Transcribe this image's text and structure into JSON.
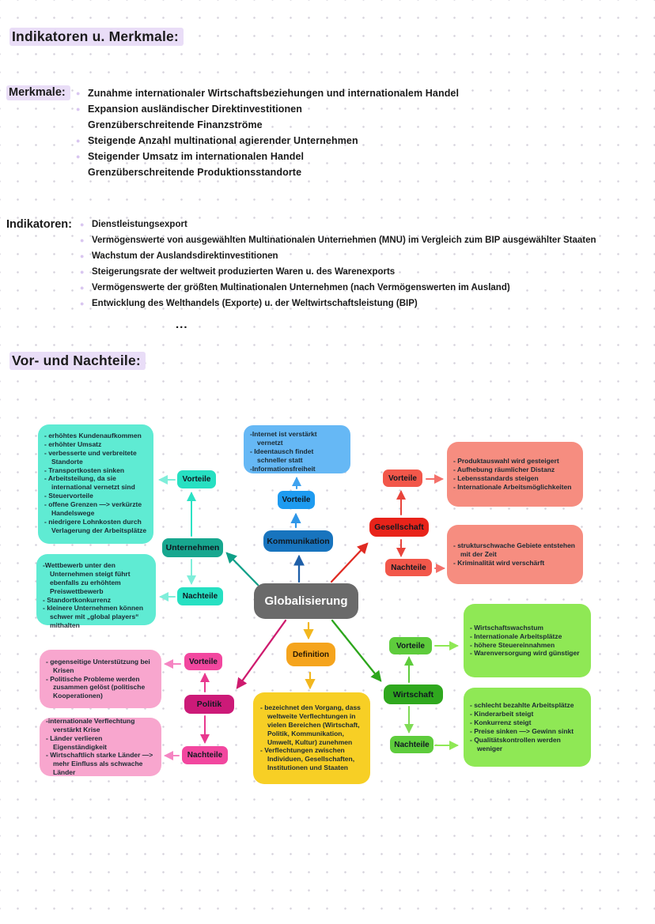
{
  "page": {
    "title": "Indikatoren u. Merkmale:",
    "section2_title": "Vor- und Nachteile:",
    "ellipsis": "..."
  },
  "merkmale": {
    "label": "Merkmale:",
    "items": [
      {
        "bullet": "●",
        "text": "Zunahme internationaler Wirtschaftsbeziehungen und internationalem Handel"
      },
      {
        "bullet": "●",
        "text": "Expansion ausländischer Direktinvestitionen"
      },
      {
        "bullet": "",
        "text": "Grenzüberschreitende Finanzströme"
      },
      {
        "bullet": "●",
        "text": "Steigende Anzahl multinational agierender Unternehmen"
      },
      {
        "bullet": "●",
        "text": "Steigender Umsatz im internationalen Handel"
      },
      {
        "bullet": "",
        "text": "Grenzüberschreitende Produktionsstandorte"
      }
    ]
  },
  "indikatoren": {
    "label": "Indikatoren:",
    "items": [
      {
        "bullet": "●",
        "text": "Dienstleistungsexport"
      },
      {
        "bullet": "●",
        "text": "Vermögenswerte von ausgewählten Multinationalen Unternehmen (MNU) im Vergleich zum BIP ausgewählter Staaten"
      },
      {
        "bullet": "●",
        "text": "Wachstum der Auslandsdirektinvestitionen"
      },
      {
        "bullet": "●",
        "text": "Steigerungsrate der weltweit produzierten Waren u. des Warenexports"
      },
      {
        "bullet": "●",
        "text": "Vermögenswerte der größten Multinationalen Unternehmen (nach Vermögenswerten im Ausland)"
      },
      {
        "bullet": "●",
        "text": "Entwicklung des Welthandels (Exporte) u. der Weltwirtschaftsleistung (BIP)"
      }
    ]
  },
  "mindmap": {
    "center": "Globalisierung",
    "definition": {
      "label": "Definition",
      "items": [
        "- bezeichnet den Vorgang, dass weltweite Verflechtungen in vielen Bereichen (Wirtschaft, Politik, Kommunikation, Umwelt, Kultur) zunehmen",
        "- Verflechtungen zwischen Individuen, Gesellschaften, Institutionen und Staaten"
      ]
    },
    "unternehmen": {
      "label": "Unternehmen",
      "vorteile_label": "Vorteile",
      "nachteile_label": "Nachteile",
      "vorteile_items": [
        "- erhöhtes Kundenaufkommen",
        "- erhöhter Umsatz",
        "- verbesserte und verbreitete Standorte",
        "- Transportkosten sinken",
        "- Arbeitsteilung, da sie international vernetzt sind",
        "- Steuervorteile",
        "- offene Grenzen —> verkürzte Handelswege",
        "- niedrigere Lohnkosten durch Verlagerung der Arbeitsplätze"
      ],
      "nachteile_items": [
        "-Wettbewerb unter den Unternehmen steigt führt ebenfalls zu erhöhtem Preiswettbewerb",
        "- Standortkonkurrenz",
        "- kleinere Unternehmen können schwer mit „global players“ mithalten"
      ]
    },
    "kommunikation": {
      "label": "Kommunikation",
      "vorteile_label": "Vorteile",
      "vorteile_items": [
        "-Internet ist verstärkt vernetzt",
        "- Ideentausch findet schneller statt",
        "-Informationsfreiheit"
      ]
    },
    "gesellschaft": {
      "label": "Gesellschaft",
      "vorteile_label": "Vorteile",
      "nachteile_label": "Nachteile",
      "vorteile_items": [
        "- Produktauswahl wird gesteigert",
        "- Aufhebung räumlicher Distanz",
        "- Lebensstandards steigen",
        "- Internationale Arbeitsmöglichkeiten"
      ],
      "nachteile_items": [
        "- strukturschwache Gebiete entstehen mit der Zeit",
        "- Kriminalität wird verschärft"
      ]
    },
    "wirtschaft": {
      "label": "Wirtschaft",
      "vorteile_label": "Vorteile",
      "nachteile_label": "Nachteile",
      "vorteile_items": [
        "- Wirtschaftswachstum",
        "- Internationale Arbeitsplätze",
        "- höhere Steuereinnahmen",
        "- Warenversorgung wird günstiger"
      ],
      "nachteile_items": [
        "- schlecht bezahlte Arbeitsplätze",
        "- Kinderarbeit steigt",
        "- Konkurrenz steigt",
        "- Preise sinken —> Gewinn sinkt",
        "- Qualitätskontrollen werden weniger"
      ]
    },
    "politik": {
      "label": "Politik",
      "vorteile_label": "Vorteile",
      "nachteile_label": "Nachteile",
      "vorteile_items": [
        "- gegenseitige Unterstützung bei Krisen",
        "- Politische Probleme werden zusammen gelöst (politische Kooperationen)"
      ],
      "nachteile_items": [
        "-internationale Verflechtung verstärkt Krise",
        "- Länder verlieren Eigenständigkeit",
        "- Wirtschaftlich starke Länder —> mehr Einfluss als schwache Länder"
      ]
    }
  },
  "palette": {
    "highlight_lavender": "#e9ddf7",
    "bullet_lavender": "#d9c6f0",
    "grid_dot": "#d6d3dd",
    "center_gray": "#6a6a6a",
    "teal_light": "#5febd3",
    "teal": "#27e0c2",
    "teal_dark": "#17a78f",
    "teal_arrow_dark": "#0fa088",
    "blue_light": "#66b8f5",
    "blue": "#1e9bf0",
    "blue_dark": "#1874be",
    "blue_arrow_dark": "#1e5fa8",
    "red_light": "#f68d80",
    "red": "#f2574a",
    "red_dark": "#e8231a",
    "green_light": "#8fe855",
    "green": "#5ecc3c",
    "green_dark": "#2fa81e",
    "green_arrow_dark": "#2da61c",
    "pink_light": "#f8a6ce",
    "pink": "#f2479f",
    "pink_dark": "#cc1a78",
    "pink_arrow_dark": "#ce1a6e",
    "orange": "#f5a41d",
    "yellow": "#f7cf25",
    "orange_arrow": "#f2b71e"
  }
}
